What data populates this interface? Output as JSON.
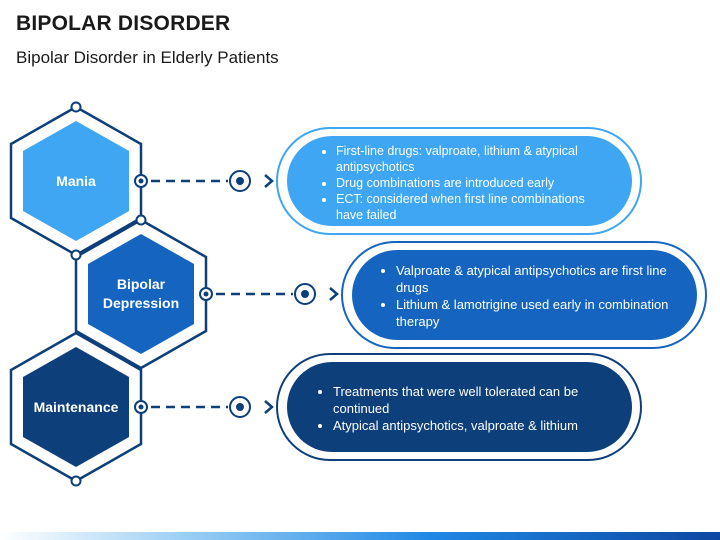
{
  "header": {
    "title": "BIPOLAR DISORDER",
    "subtitle": "Bipolar Disorder in Elderly Patients"
  },
  "colors": {
    "light": "#3ea6f2",
    "medium": "#1565c0",
    "dark": "#0d3f7a",
    "connector": "#0d3f7a"
  },
  "stages": [
    {
      "label": "Mania",
      "bullets": [
        "First-line drugs: valproate, lithium & atypical antipsychotics",
        "Drug combinations are introduced early",
        "ECT: considered when first line combinations have failed"
      ]
    },
    {
      "label": "Bipolar Depression",
      "bullets": [
        "Valproate & atypical antipsychotics are first line drugs",
        "Lithium & lamotrigine used early in combination therapy"
      ]
    },
    {
      "label": "Maintenance",
      "bullets": [
        "Treatments that were well tolerated can be continued",
        "Atypical antipsychotics, valproate & lithium"
      ]
    }
  ]
}
